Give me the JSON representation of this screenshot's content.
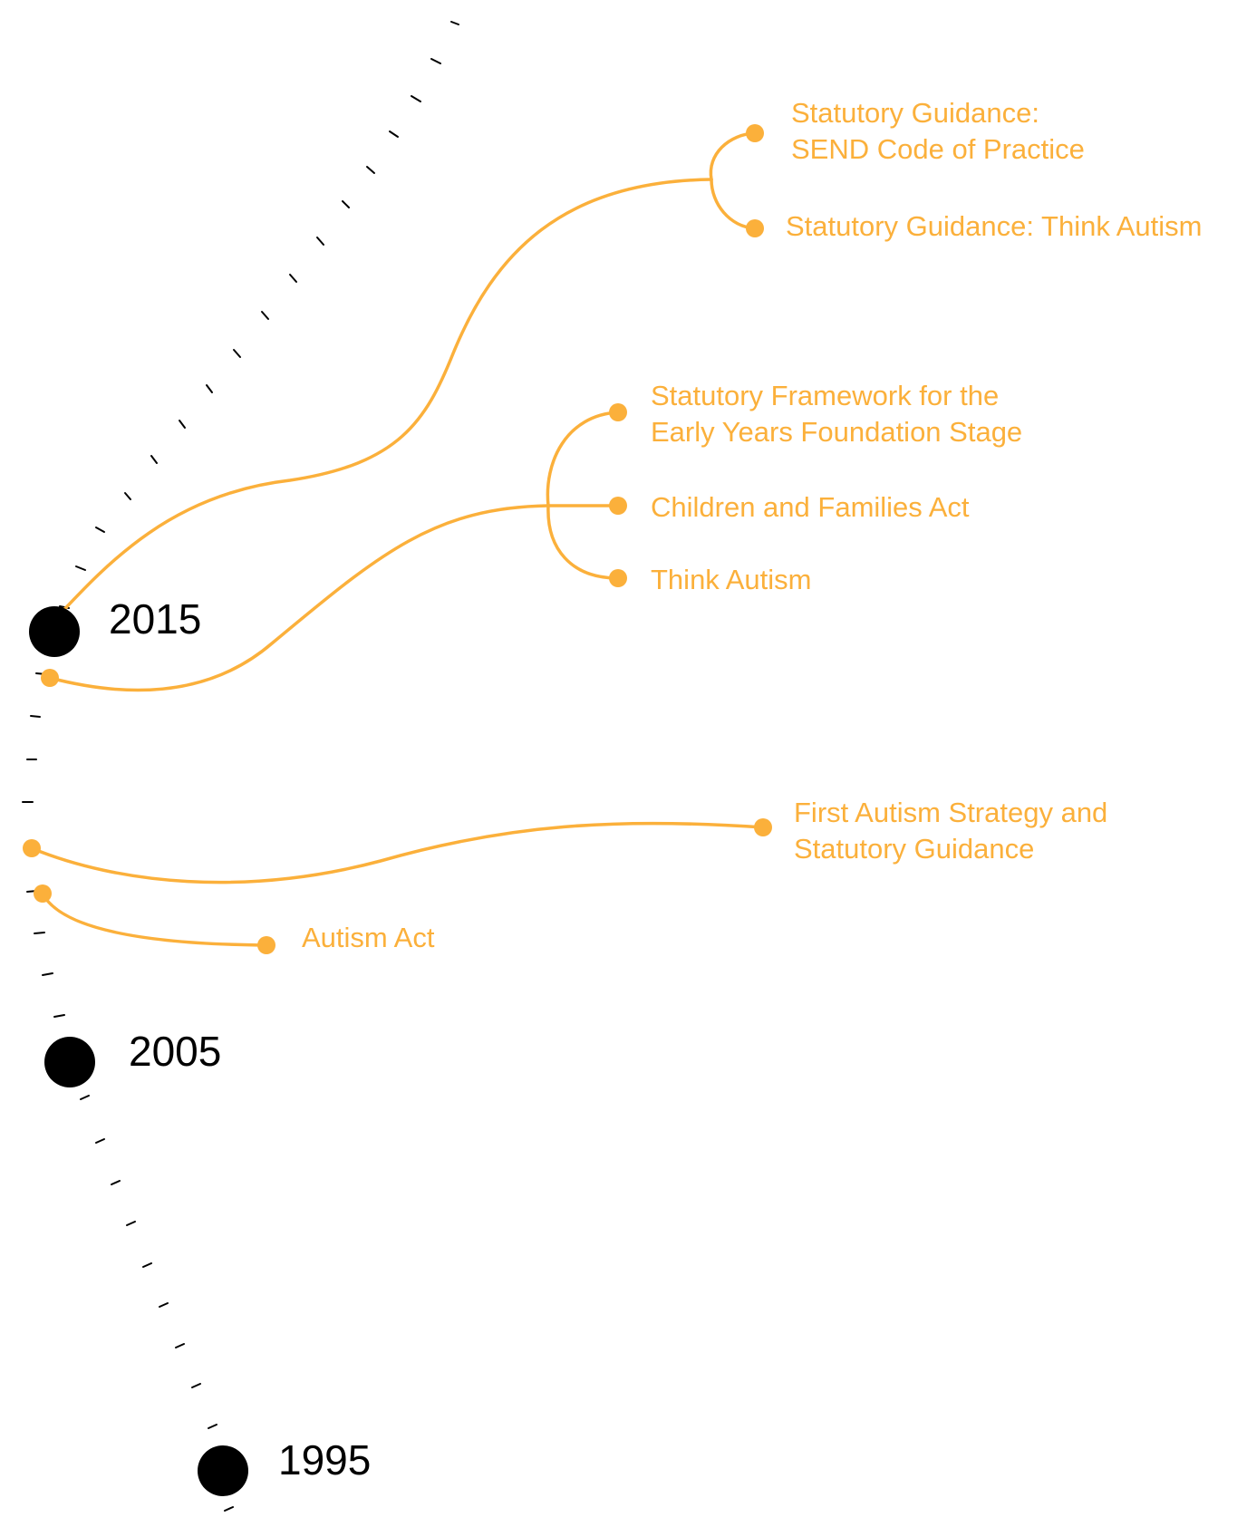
{
  "colors": {
    "accent": "#FBB03B",
    "axis": "#000000",
    "background": "#FFFFFF"
  },
  "years": {
    "y2015": "2015",
    "y2005": "2005",
    "y1995": "1995"
  },
  "events": {
    "send_code_line1": "Statutory Guidance:",
    "send_code_line2": "SEND Code of Practice",
    "guidance_think_autism": "Statutory Guidance: Think Autism",
    "eyfs_line1": "Statutory Framework for the",
    "eyfs_line2": "Early Years Foundation Stage",
    "children_families_act": "Children and Families Act",
    "think_autism": "Think Autism",
    "first_strategy_line1": "First Autism Strategy and",
    "first_strategy_line2": "Statutory Guidance",
    "autism_act": "Autism Act"
  }
}
